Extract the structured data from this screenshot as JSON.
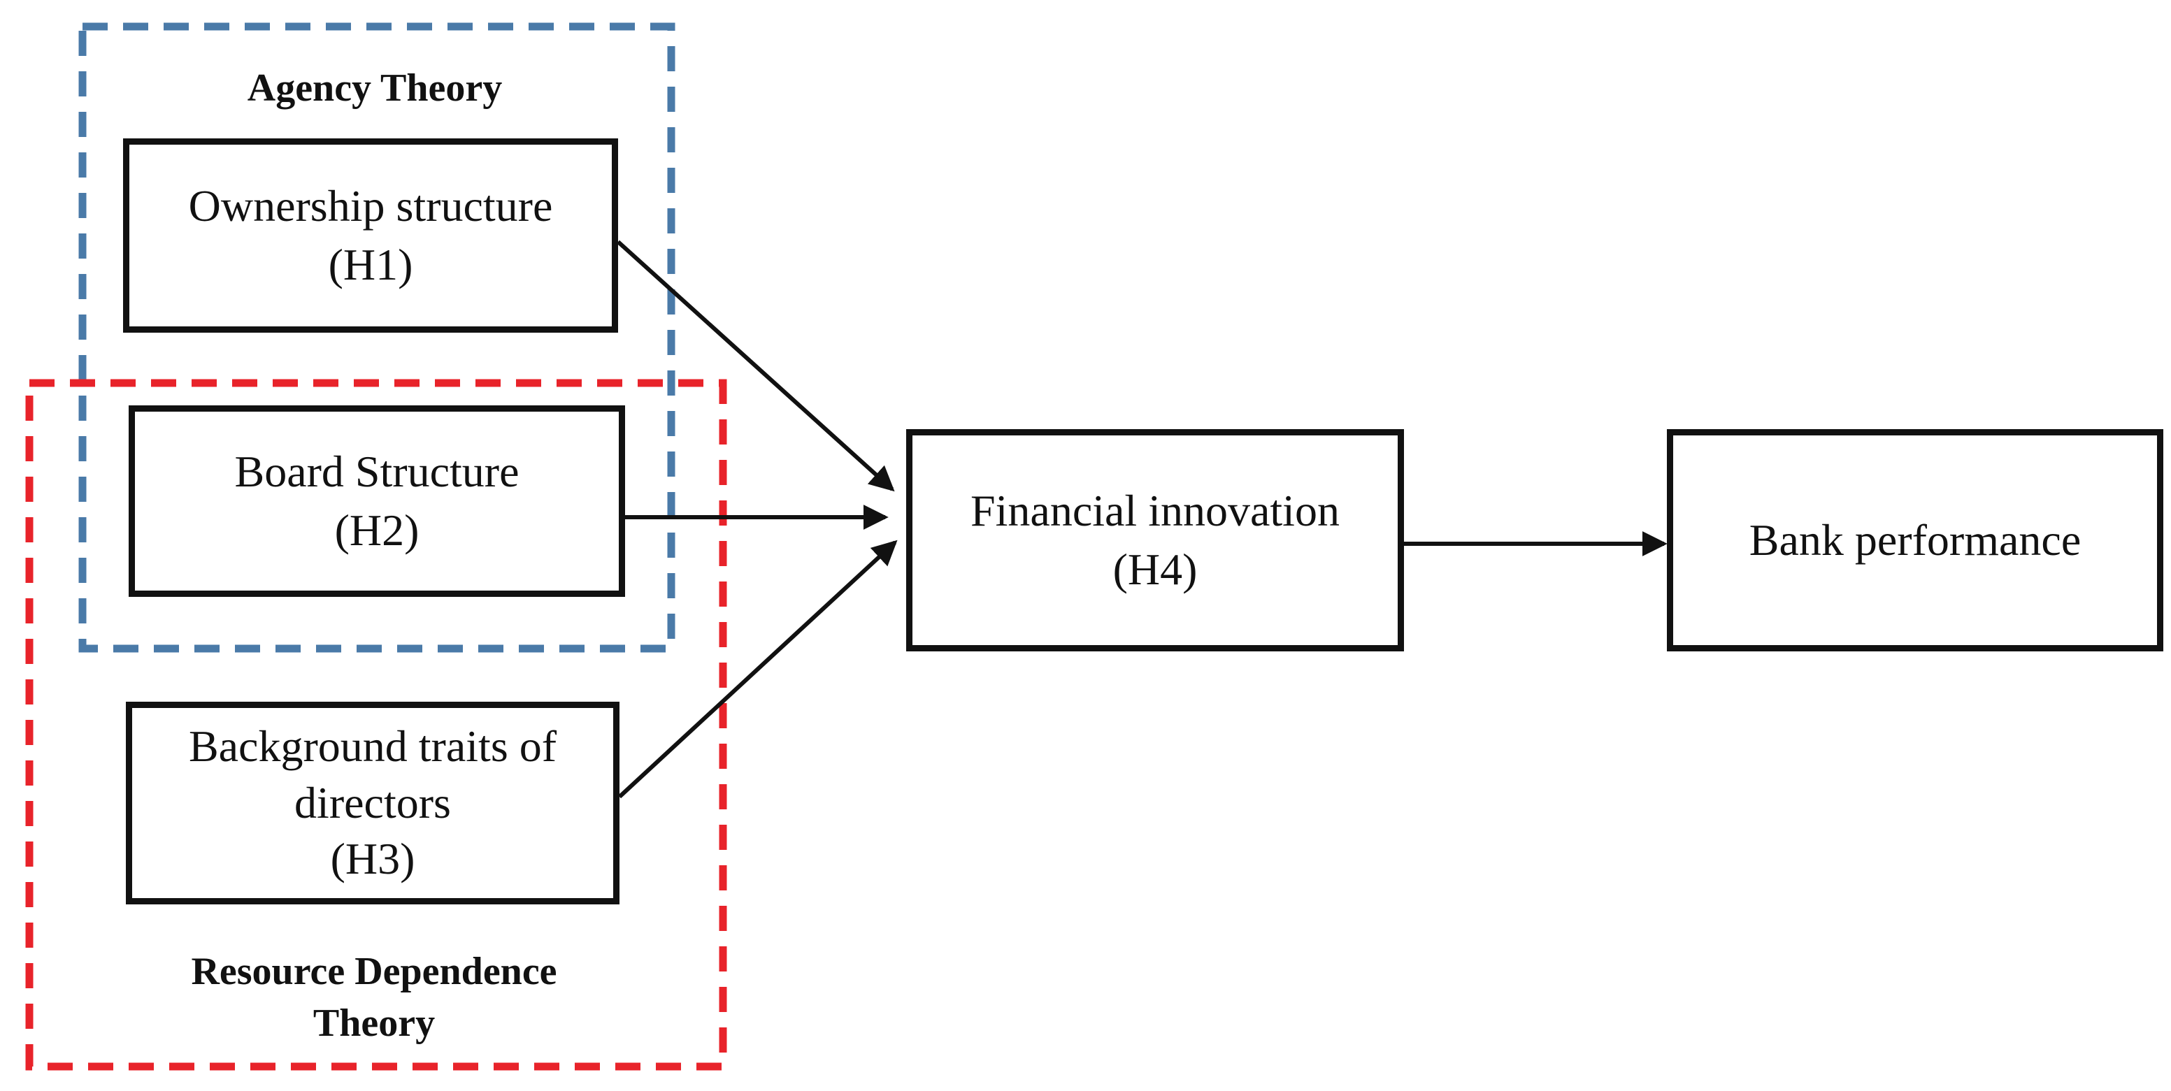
{
  "groups": {
    "agency": {
      "title": "Agency Theory",
      "color": "#4a7aa8"
    },
    "resource_dependence": {
      "title_line1": "Resource Dependence",
      "title_line2": "Theory",
      "color": "#e8232a"
    }
  },
  "nodes": {
    "ownership": {
      "line1": "Ownership structure",
      "line2": "(H1)"
    },
    "board": {
      "line1": "Board Structure",
      "line2": "(H2)"
    },
    "background": {
      "line1": "Background traits of",
      "line2": "directors",
      "line3": "(H3)"
    },
    "financial": {
      "line1": "Financial innovation",
      "line2": "(H4)"
    },
    "performance": {
      "line1": "Bank performance"
    }
  },
  "edges": [
    {
      "from": "Ownership structure",
      "to": "Financial innovation"
    },
    {
      "from": "Board Structure",
      "to": "Financial innovation"
    },
    {
      "from": "Background traits of directors",
      "to": "Financial innovation"
    },
    {
      "from": "Financial innovation",
      "to": "Bank performance"
    }
  ]
}
